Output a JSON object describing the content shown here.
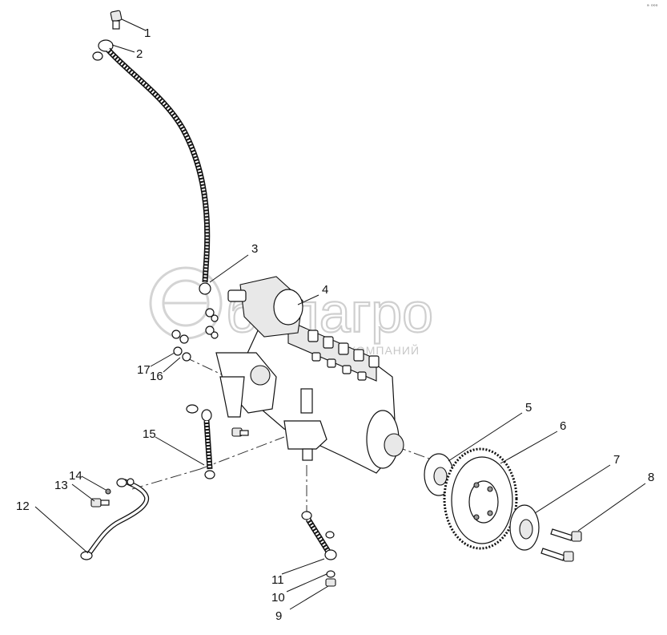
{
  "watermark": {
    "brand": "белагро",
    "subtitle": "ГРУППА КОМПАНИЙ"
  },
  "corner_mark": "ᵃ ᵒᵒᵒ",
  "callouts": [
    {
      "id": "1",
      "label": "1"
    },
    {
      "id": "2",
      "label": "2"
    },
    {
      "id": "3",
      "label": "3"
    },
    {
      "id": "4",
      "label": "4"
    },
    {
      "id": "5",
      "label": "5"
    },
    {
      "id": "6",
      "label": "6"
    },
    {
      "id": "7",
      "label": "7"
    },
    {
      "id": "8",
      "label": "8"
    },
    {
      "id": "9",
      "label": "9"
    },
    {
      "id": "10",
      "label": "10"
    },
    {
      "id": "11",
      "label": "11"
    },
    {
      "id": "12",
      "label": "12"
    },
    {
      "id": "13",
      "label": "13"
    },
    {
      "id": "14",
      "label": "14"
    },
    {
      "id": "15",
      "label": "15"
    },
    {
      "id": "16",
      "label": "16"
    },
    {
      "id": "17",
      "label": "17"
    }
  ]
}
